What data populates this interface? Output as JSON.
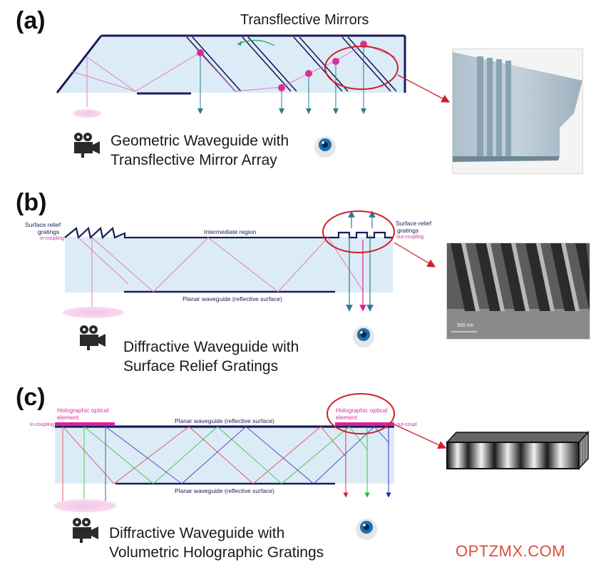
{
  "panel_a": {
    "label": "(a)",
    "title": "Transflective Mirrors",
    "caption_line1": "Geometric Waveguide with",
    "caption_line2": "Transflective Mirror Array"
  },
  "panel_b": {
    "label": "(b)",
    "left_grating_line1": "Surface relief",
    "left_grating_line2": "gratings",
    "in_coupling": "in-coupling",
    "intermediate": "Intermediate region",
    "right_grating_line1": "Surface relief",
    "right_grating_line2": "gratings",
    "out_coupling": "out-coupling",
    "planar": "Planar waveguide (reflective surface)",
    "sem_scale": "500 nm",
    "caption_line1": "Diffractive Waveguide with",
    "caption_line2": "Surface Relief Gratings"
  },
  "panel_c": {
    "label": "(c)",
    "hoe_left_line1": "Holographic optical",
    "hoe_left_line2": "element",
    "in_coupling": "in-coupling",
    "planar_top": "Planar waveguide (reflective surface)",
    "hoe_right_line1": "Holographic optical",
    "hoe_right_line2": "element",
    "out_coupling": "out-coupl",
    "planar_bottom": "Planar waveguide (reflective surface)",
    "caption_line1": "Diffractive Waveguide with",
    "caption_line2": "Volumetric Holographic Gratings"
  },
  "watermark": "OPTZMX.COM",
  "colors": {
    "waveguide_fill": "#dcecf7",
    "waveguide_edge": "#1b1b5a",
    "ray_pink": "#e07cc0",
    "ray_teal": "#2a7a8c",
    "highlight_red": "#d0202a",
    "grating_magenta": "#e0209a",
    "ray_red": "#e02020",
    "ray_green": "#20c020",
    "ray_blue": "#2020c0"
  },
  "icons": [
    "movie-camera-icon",
    "eye-icon"
  ]
}
